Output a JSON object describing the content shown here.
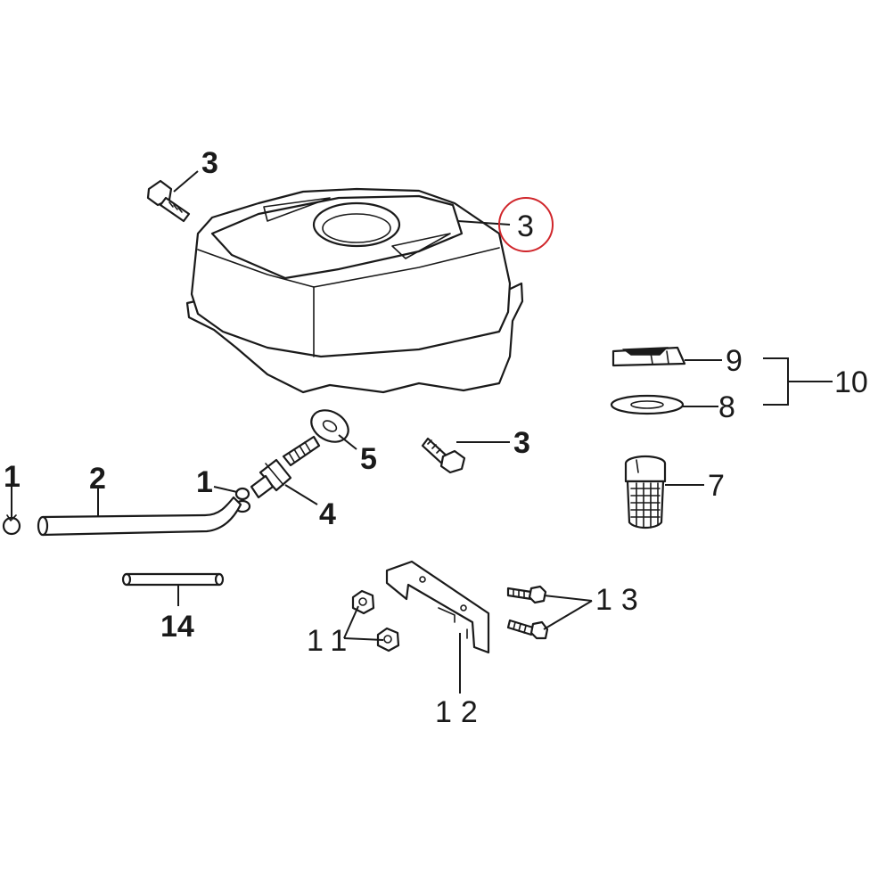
{
  "callouts": {
    "tank_bolt_top": "3",
    "tank_highlighted": "3",
    "tank_bolt_bottom": "3",
    "seal_cap": "9",
    "washer": "8",
    "cap_assembly": "10",
    "filter_screen": "7",
    "fuel_valve": "4",
    "valve_washer": "5",
    "clip_left": "1",
    "clip_middle": "1",
    "fuel_hose": "2",
    "short_hose": "14",
    "nut": "11",
    "bracket": "12",
    "bracket_bolt": "13"
  },
  "colors": {
    "highlight_circle": "#d0262b",
    "line": "#1a1a1a"
  }
}
